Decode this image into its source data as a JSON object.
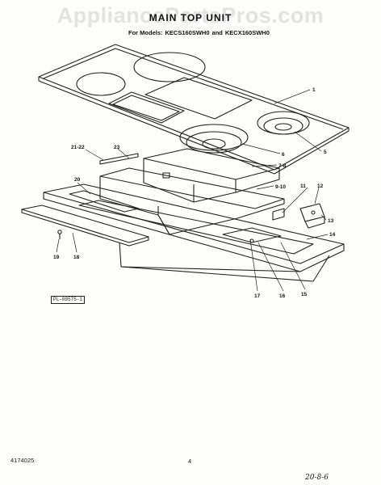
{
  "watermark": "AppliancePartsPros.com",
  "title": "MAIN TOP UNIT",
  "models": {
    "prefix": "For Models:",
    "model_1": "KECS160SWH0",
    "joiner": "and",
    "model_2": "KECX160SWH0"
  },
  "plate_code": "PL-09575-1",
  "footer": {
    "left": "4174025",
    "center": "4",
    "handwritten": "20-8-6"
  },
  "part_labels": [
    "1",
    "5",
    "6",
    "7-8",
    "9-10",
    "11",
    "12",
    "13",
    "14",
    "15",
    "16",
    "17",
    "18",
    "19",
    "20",
    "21-22",
    "23"
  ]
}
